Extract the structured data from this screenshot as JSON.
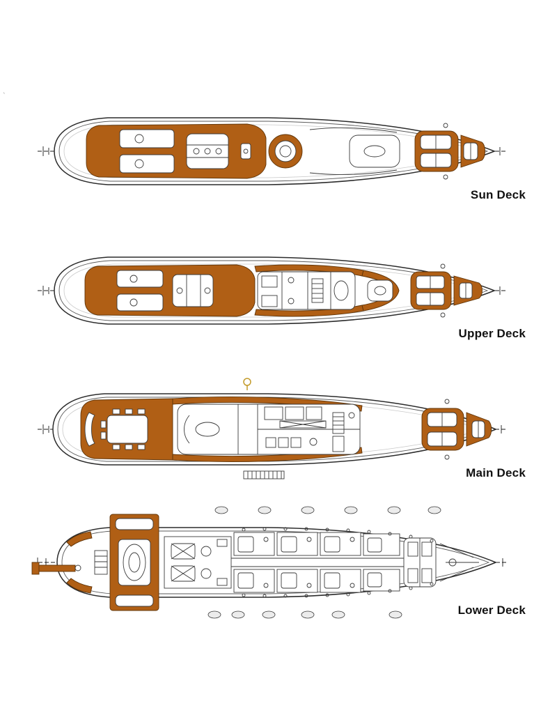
{
  "page": {
    "background": "#ffffff"
  },
  "colors": {
    "teak": "#b05f15",
    "line_ink": "#3a3a3a",
    "hull_outline": "#2b2b2b",
    "label_text": "#111111",
    "gold_hook": "#c39b2a"
  },
  "decks": [
    {
      "id": "sun-deck",
      "label": "Sun Deck"
    },
    {
      "id": "upper-deck",
      "label": "Upper Deck"
    },
    {
      "id": "main-deck",
      "label": "Main Deck"
    },
    {
      "id": "lower-deck",
      "label": "Lower Deck"
    }
  ],
  "stray_mark": "`"
}
